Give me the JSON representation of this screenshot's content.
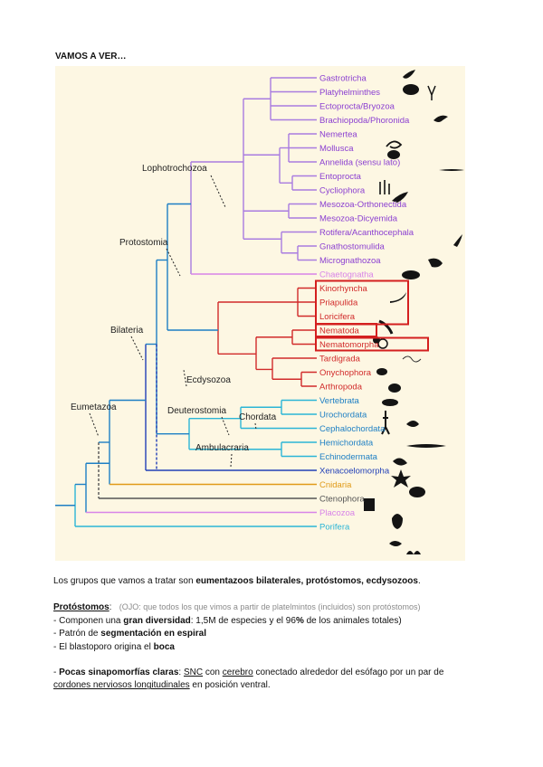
{
  "heading": "VAMOS A VER…",
  "tree": {
    "leaves": [
      {
        "name": "Gastrotricha",
        "color": "#8b3fd1"
      },
      {
        "name": "Platyhelminthes",
        "color": "#8b3fd1"
      },
      {
        "name": "Ectoprocta/Bryozoa",
        "color": "#8b3fd1"
      },
      {
        "name": "Brachiopoda/Phoronida",
        "color": "#8b3fd1"
      },
      {
        "name": "Nemertea",
        "color": "#8b3fd1"
      },
      {
        "name": "Mollusca",
        "color": "#8b3fd1"
      },
      {
        "name": "Annelida (sensu lato)",
        "color": "#8b3fd1"
      },
      {
        "name": "Entoprocta",
        "color": "#8b3fd1"
      },
      {
        "name": "Cycliophora",
        "color": "#8b3fd1"
      },
      {
        "name": "Mesozoa-Orthonectida",
        "color": "#8b3fd1"
      },
      {
        "name": "Mesozoa-Dicyemida",
        "color": "#8b3fd1"
      },
      {
        "name": "Rotifera/Acanthocephala",
        "color": "#8b3fd1"
      },
      {
        "name": "Gnathostomulida",
        "color": "#8b3fd1"
      },
      {
        "name": "Micrognathozoa",
        "color": "#8b3fd1"
      },
      {
        "name": "Chaetognatha",
        "color": "#d884e8"
      },
      {
        "name": "Kinorhyncha",
        "color": "#d12a2a"
      },
      {
        "name": "Priapulida",
        "color": "#d12a2a"
      },
      {
        "name": "Loricifera",
        "color": "#d12a2a"
      },
      {
        "name": "Nematoda",
        "color": "#d12a2a"
      },
      {
        "name": "Nematomorpha",
        "color": "#d12a2a"
      },
      {
        "name": "Tardigrada",
        "color": "#d12a2a"
      },
      {
        "name": "Onychophora",
        "color": "#d12a2a"
      },
      {
        "name": "Arthropoda",
        "color": "#d12a2a"
      },
      {
        "name": "Vertebrata",
        "color": "#1d7fc4"
      },
      {
        "name": "Urochordata",
        "color": "#1d7fc4"
      },
      {
        "name": "Cephalochordata",
        "color": "#1d7fc4"
      },
      {
        "name": "Hemichordata",
        "color": "#1d7fc4"
      },
      {
        "name": "Echinodermata",
        "color": "#1d7fc4"
      },
      {
        "name": "Xenacoelomorpha",
        "color": "#2240b8"
      },
      {
        "name": "Cnidaria",
        "color": "#e09a17"
      },
      {
        "name": "Ctenophora",
        "color": "#555555"
      },
      {
        "name": "Placozoa",
        "color": "#d884e8"
      },
      {
        "name": "Porifera",
        "color": "#2bb5d6"
      }
    ],
    "clades": {
      "lophotrochozoa": "Lophotrochozoa",
      "protostomia": "Protostomia",
      "bilateria": "Bilateria",
      "eumetazoa": "Eumetazoa",
      "ecdysozoa": "Ecdysozoa",
      "deuterostomia": "Deuterostomia",
      "chordata": "Chordata",
      "ambulacraria": "Ambulacraria"
    },
    "colors": {
      "lopho": "#a97ce0",
      "ecdy": "#d12a2a",
      "deut": "#2bb5d6",
      "xen": "#2240b8",
      "cnid": "#e09a17",
      "cten": "#555555",
      "plac": "#d884e8",
      "pori": "#2bb5d6",
      "base": "#1d7fc4",
      "box": "#d41f1f",
      "silhouette": "#141414"
    }
  },
  "text": {
    "intro_pre": "Los grupos que vamos a tratar son ",
    "intro_bold": "eumentazoos bilaterales, protóstomos, ecdysozoos",
    "intro_post": ".",
    "proto_title": "Protóstomos",
    "proto_colon": ":",
    "proto_note": "(OJO: que todos los que vimos a partir de platelmintos (incluidos) son protóstomos)",
    "b1_pre": "- Componen una ",
    "b1_bold1": "gran diversidad",
    "b1_mid": ": 1,5M de especies y el 96",
    "b1_bold2": "%",
    "b1_post": " de los animales totales)",
    "b2_pre": "- Patrón de ",
    "b2_bold": "segmentación en espiral",
    "b3_pre": "- El blastoporo origina el ",
    "b3_bold": "boca",
    "b4_dash": "- ",
    "b4_bold": "Pocas sinapomorfías claras",
    "b4_colon": ": ",
    "b4_u1": "SNC",
    "b4_t1": " con ",
    "b4_u2": "cerebro",
    "b4_t2": " conectado alrededor del esófago por un par de",
    "b4_u3": "cordones nerviosos longitudinales",
    "b4_t3": " en posición ventral."
  }
}
